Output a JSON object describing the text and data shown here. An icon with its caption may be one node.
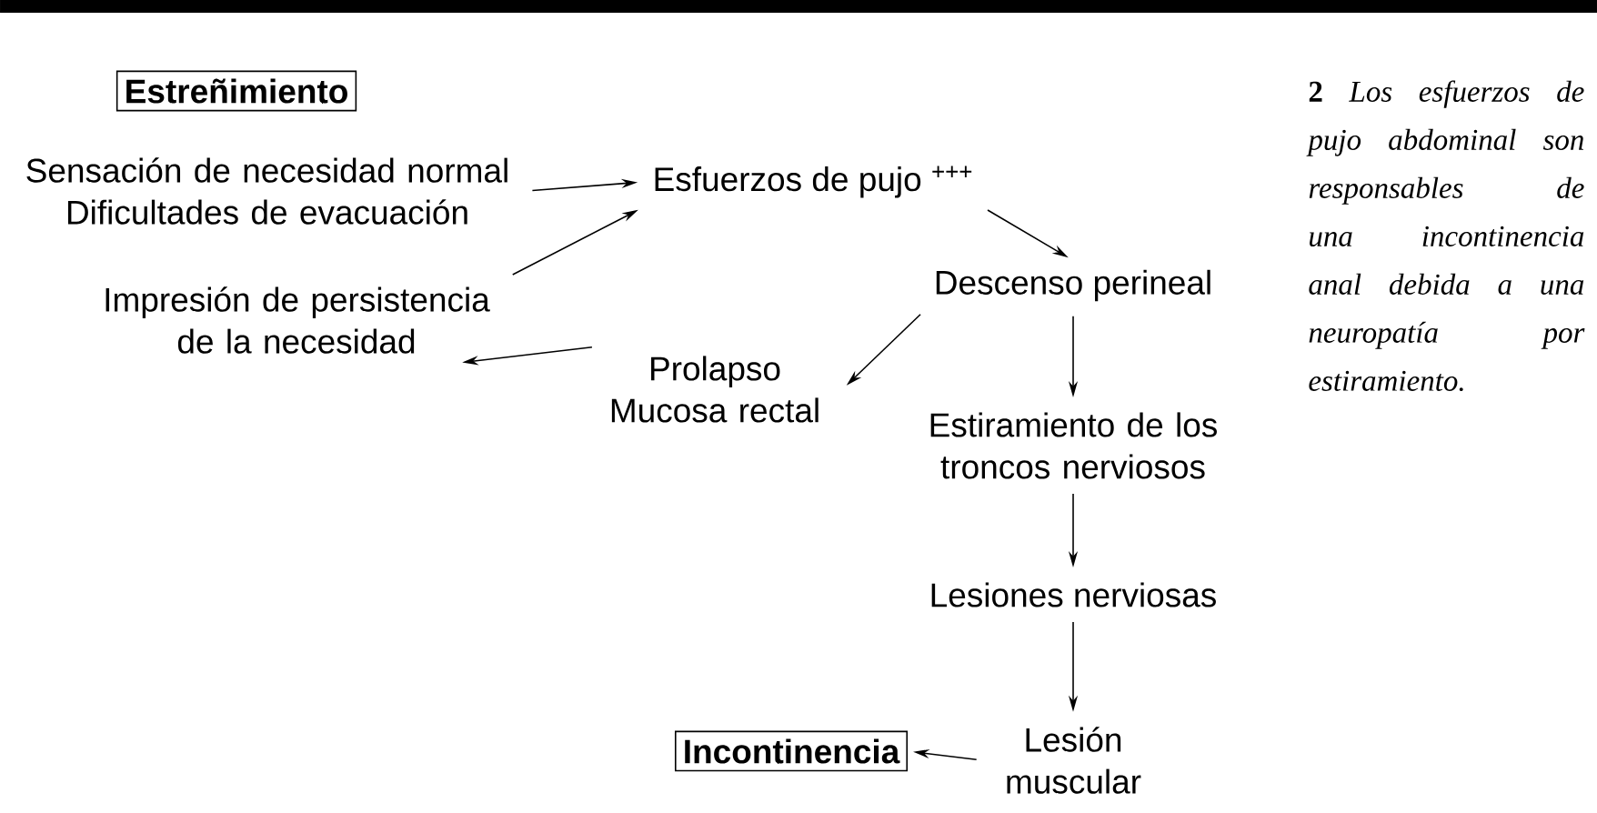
{
  "diagram": {
    "caption": "**2** *Los esfuerzos de pujo abdominal son responsables de una incontinencia anal debida a una neuropatía por estiramiento.*",
    "nodes": [
      {
        "text": [
          "Estreñimiento"
        ]
      },
      {
        "text": [
          "Sensación de necesidad normal Dificultades de evacuación"
        ]
      },
      {
        "text": [
          "Esfuerzos de pujo $^{+++}$"
        ]
      },
      {
        "text": [
          "Impresión de persistencia de la necesidad"
        ]
      },
      {
        "text": [
          "Descenso perineal"
        ]
      },
      {
        "text": [
          "Prolapso Mucosa rectal"
        ]
      },
      {
        "text": [
          "Estiramiento de los troncos nerviosos"
        ]
      },
      {
        "text": [
          "Lesiones nerviosas"
        ]
      },
      {
        "text": [
          "Incontinencia"
        ]
      },
      {
        "text": [
          "Lesión muscular"
        ]
      }
    ],
    "edges": [
      {
        "from": 1,
        "to": 2,
        "arrow": "to"
      },
      {
        "from": 3,
        "to": 2,
        "arrow": "to"
      },
      {
        "from": 2,
        "to": 4,
        "arrow": "to"
      },
      {
        "from": 4,
        "to": 5,
        "arrow": "to"
      },
      {
        "from": 5,
        "to": 3,
        "arrow": "to"
      },
      {
        "from": 4,
        "to": 6,
        "arrow": "to"
      },
      {
        "from": 6,
        "to": 7,
        "arrow": "to"
      },
      {
        "from": 7,
        "to": 9,
        "arrow": "to"
      },
      {
        "from": 9,
        "to": 8,
        "arrow": "to"
      }
    ]
  }
}
